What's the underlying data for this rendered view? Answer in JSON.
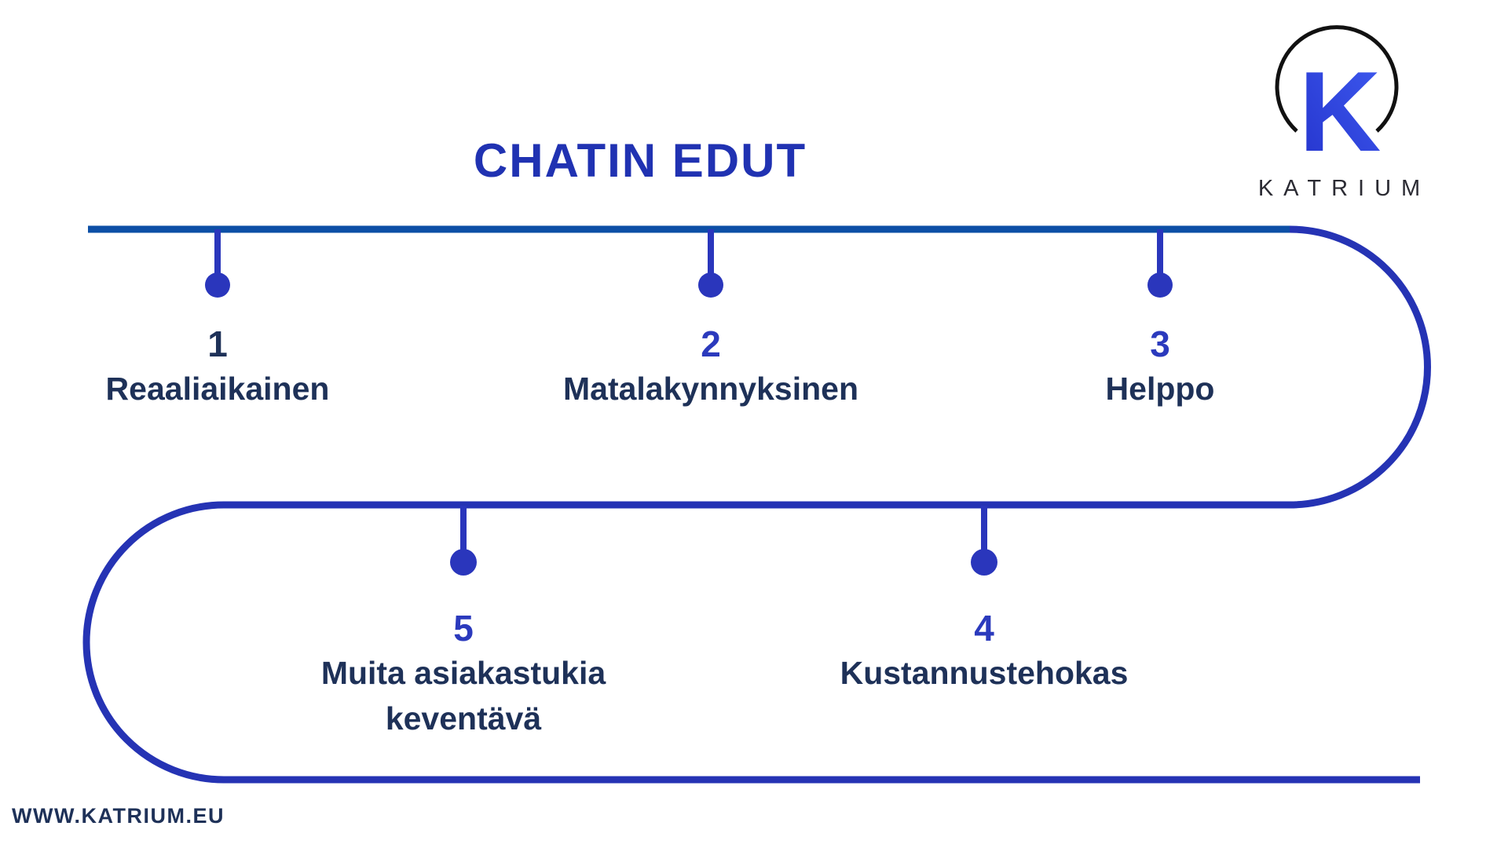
{
  "title": "CHATIN EDUT",
  "logo": {
    "letter": "K",
    "brand": "KATRIUM"
  },
  "timeline": {
    "items": [
      {
        "number": "1",
        "lines": [
          "Reaaliaikainen"
        ]
      },
      {
        "number": "2",
        "lines": [
          "Matalakynnyksinen"
        ]
      },
      {
        "number": "3",
        "lines": [
          "Helppo"
        ]
      },
      {
        "number": "4",
        "lines": [
          "Kustannustehokas"
        ]
      },
      {
        "number": "5",
        "lines": [
          "Muita asiakastukia",
          "keventävä"
        ]
      }
    ]
  },
  "footer": {
    "website": "WWW.KATRIUM.EU"
  },
  "colors": {
    "title": "#2032b2",
    "top_line": "#0c4fa6",
    "track": "#2533b4",
    "stem_dot": "#2a36bc",
    "number": "#2b3abd",
    "number_one": "#1e3158",
    "label": "#1e3158",
    "brand_text": "#2b2b33",
    "logo_arc": "#111111"
  }
}
